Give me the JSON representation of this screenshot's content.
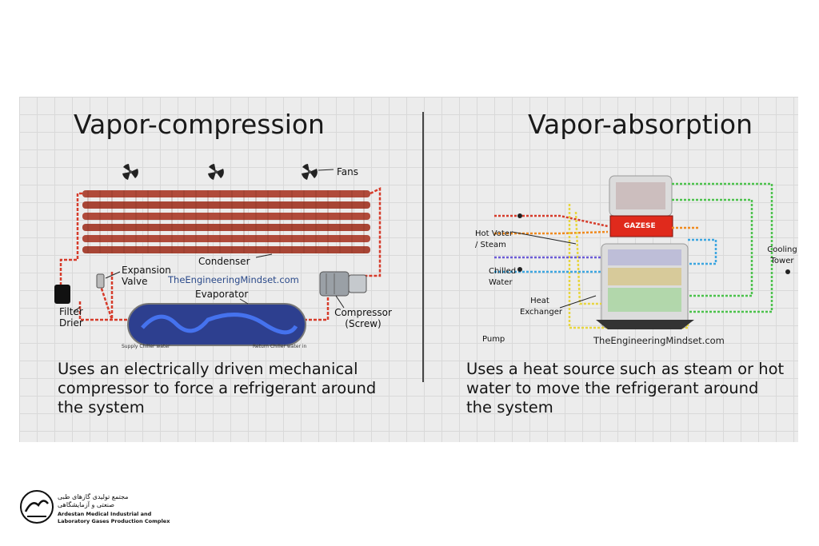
{
  "left": {
    "title": "Vapor-compression",
    "description": "Uses an electrically driven mechanical compressor to force a refrigerant around the system",
    "labels": {
      "fans": "Fans",
      "expansion_valve": "Expansion Valve",
      "condenser": "Condenser",
      "filter_drier": "Filter Drier",
      "evaporator": "Evaporator",
      "compressor": "Compressor (Screw)",
      "supply": "Supply Chiller water",
      "return": "Return Chiller water in"
    },
    "watermark": "TheEngineeringMindset.com"
  },
  "right": {
    "title": "Vapor-absorption",
    "description": "Uses a heat source such as steam or hot water to move the refrigerant around the system",
    "labels": {
      "hot_water": "Hot Voter / Steam",
      "chilled_water": "Chilled Water",
      "heat_exchanger": "Heat Exchanger",
      "cooling_tower": "Cooling Tower",
      "pump": "Pump",
      "generator_badge": "GAZESE"
    },
    "watermark": "TheEngineeringMindset.com"
  },
  "logo": {
    "fa_line1": "مجتمع تولیدی گازهای طبی",
    "fa_line2": "صنعتی و آزمایشگاهی",
    "en_line1": "Ardestan Medical Industrial and",
    "en_line2": "Laboratory Gases Production Complex"
  },
  "colors": {
    "condenser_coil": "#b04a3a",
    "evaporator": "#2d3f8f",
    "pipe_red": "#d63b2a",
    "pipe_orange": "#f08a1e",
    "pipe_green": "#4cc24c",
    "pipe_yellow": "#e8d640",
    "pipe_blue": "#3da6e0",
    "generator_red": "#e02a1c"
  }
}
